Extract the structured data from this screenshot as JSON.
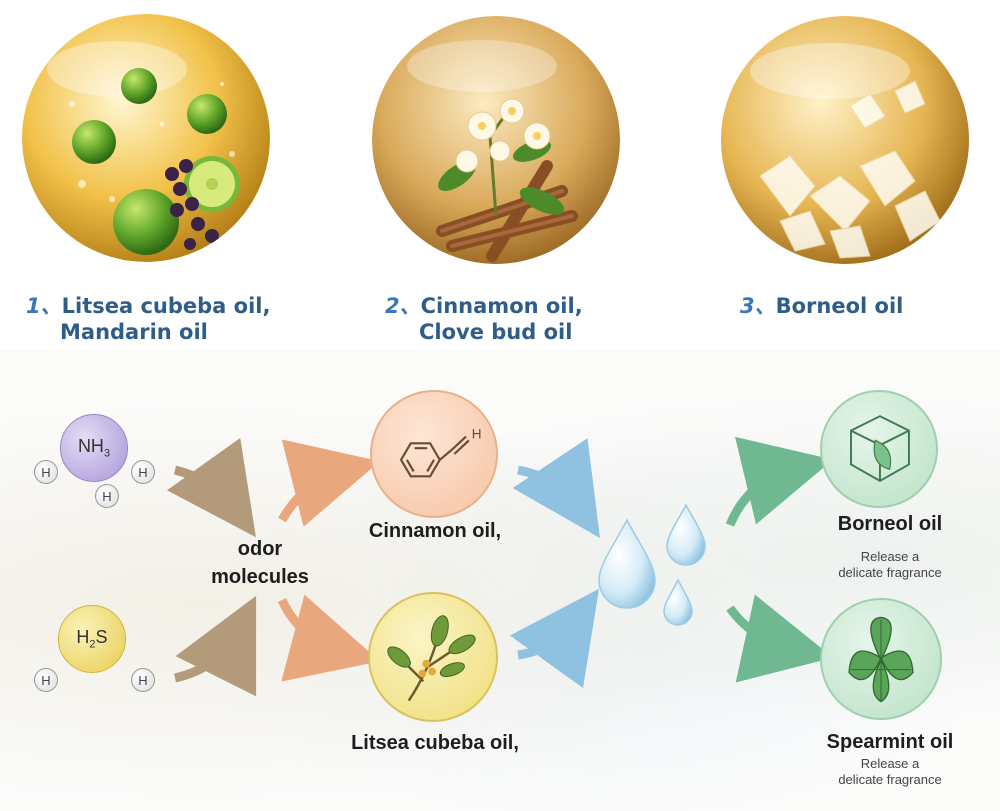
{
  "top_items": [
    {
      "num": "1、",
      "line1": "Litsea cubeba oil,",
      "line2": "Mandarin oil"
    },
    {
      "num": "2、",
      "line1": "Cinnamon oil,",
      "line2": "Clove bud oil"
    },
    {
      "num": "3、",
      "line1": "Borneol oil",
      "line2": ""
    }
  ],
  "molecules": {
    "nh3": {
      "main": "NH",
      "sub": "3",
      "atom": "H"
    },
    "h2s": {
      "main": "H",
      "sub": "2",
      "tail": "S",
      "atom": "H"
    }
  },
  "center_label": {
    "line1": "odor",
    "line2": "molecules"
  },
  "middle": {
    "cinnamon": "Cinnamon oil,",
    "cinnamon_h": "H",
    "litsea": "Litsea cubeba oil,"
  },
  "results": [
    {
      "name": "Borneol oil",
      "desc1": "Release a",
      "desc2": "delicate fragrance"
    },
    {
      "name": "Spearmint oil",
      "desc1": "Release a",
      "desc2": "delicate fragrance"
    }
  ],
  "colors": {
    "title_blue": "#2f5d8a",
    "arrow_brown": "#b39a7a",
    "arrow_orange": "#e8a77c",
    "arrow_blue": "#8fc1e0",
    "arrow_green": "#6fb892"
  }
}
